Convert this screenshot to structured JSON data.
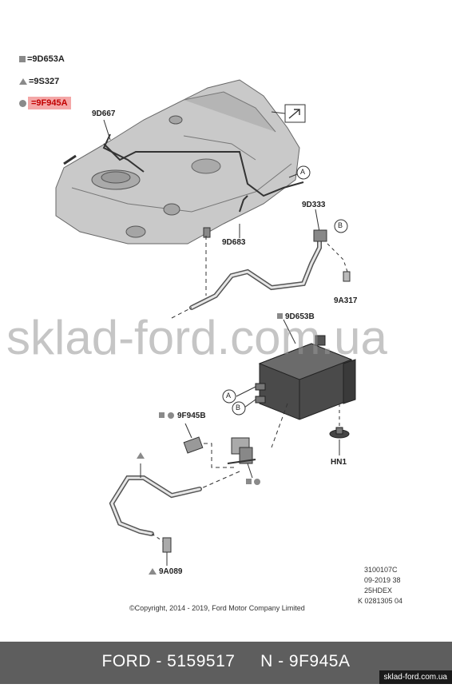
{
  "legend": [
    {
      "marker": "square-icon",
      "text": "=9D653A",
      "highlight": false
    },
    {
      "marker": "triangle-icon",
      "text": "=9S327",
      "highlight": false
    },
    {
      "marker": "circle-icon",
      "text": "=9F945A",
      "highlight": true
    }
  ],
  "labels": {
    "d9d667": "9D667",
    "d9d683": "9D683",
    "d9d333": "9D333",
    "d9a317": "9A317",
    "d9d653b": "9D653B",
    "d9f945b": "9F945B",
    "hn1": "HN1",
    "d9a089": "9A089",
    "callout_a": "A",
    "callout_b": "B"
  },
  "watermark": "sklad-ford.com.ua",
  "footer_codes": [
    "3100107C",
    "09-2019 38",
    "25HDEX",
    "K 0281305 04"
  ],
  "copyright": "©Copyright, 2014 - 2019, Ford Motor Company Limited",
  "bottom_bar": "FORD - 5159517     N - 9F945A",
  "site_tag": "sklad-ford.com.ua",
  "colors": {
    "highlight_bg": "#f4a7a7",
    "highlight_text": "#c20000",
    "bar_bg": "#5e5e5e"
  }
}
